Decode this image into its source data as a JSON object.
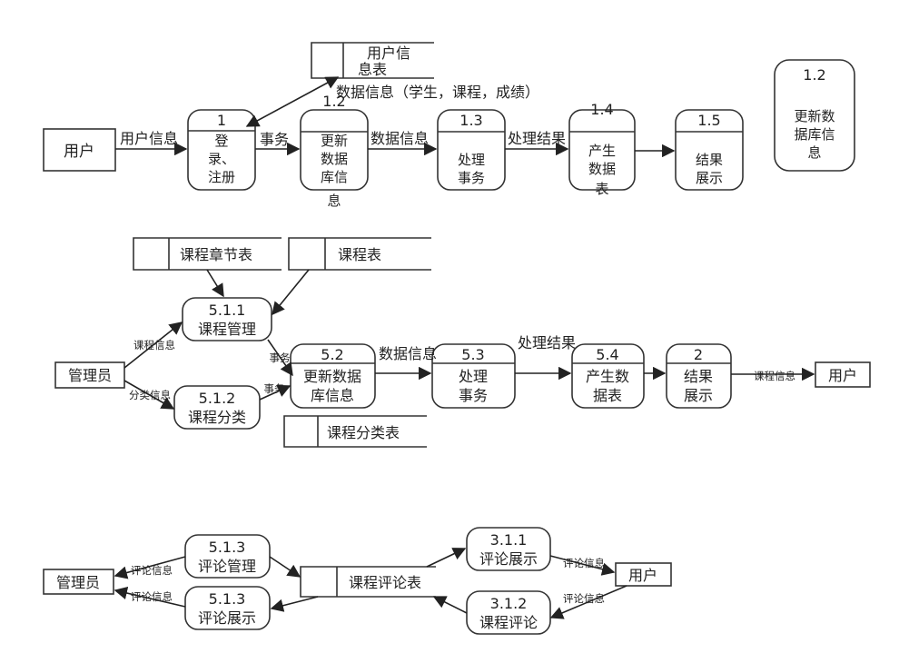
{
  "row1": {
    "entity_user": "用户",
    "store_user_info": [
      "用户信",
      "息表"
    ],
    "p1": {
      "id": "1",
      "lines": [
        "登",
        "录、",
        "注册"
      ]
    },
    "p2": {
      "id": "1.2",
      "lines": [
        "更新",
        "数据",
        "库信",
        "息"
      ]
    },
    "p3": {
      "id": "1.3",
      "lines": [
        "处理",
        "事务"
      ]
    },
    "p4": {
      "id": "1.4",
      "lines": [
        "产生",
        "数据",
        "表"
      ]
    },
    "p5": {
      "id": "1.5",
      "lines": [
        "结果",
        "展示"
      ]
    },
    "p_standalone": {
      "id": "1.2",
      "lines": [
        "更新数",
        "据库信",
        "息"
      ]
    },
    "lbl_user_info": "用户信息",
    "lbl_affair": "事务",
    "lbl_data_info": "数据信息",
    "lbl_process_result": "处理结果",
    "lbl_data_info_detail": "数据信息（学生，课程，成绩）"
  },
  "row2": {
    "store_chapter": "课程章节表",
    "store_course": "课程表",
    "store_category": "课程分类表",
    "entity_admin": "管理员",
    "entity_user": "用户",
    "p511": {
      "id": "5.1.1",
      "lines": [
        "课程管理"
      ]
    },
    "p512": {
      "id": "5.1.2",
      "lines": [
        "课程分类"
      ]
    },
    "p52": {
      "id": "5.2",
      "lines": [
        "更新数据",
        "库信息"
      ]
    },
    "p53": {
      "id": "5.3",
      "lines": [
        "处理",
        "事务"
      ]
    },
    "p54": {
      "id": "5.4",
      "lines": [
        "产生数",
        "据表"
      ]
    },
    "p2": {
      "id": "2",
      "lines": [
        "结果",
        "展示"
      ]
    },
    "lbl_course_info": "课程信息",
    "lbl_category_info": "分类信息",
    "lbl_affair_1": "事务",
    "lbl_affair_2": "事务",
    "lbl_data_info": "数据信息",
    "lbl_process_result": "处理结果",
    "lbl_course_info_out": "课程信息"
  },
  "row3": {
    "entity_admin": "管理员",
    "entity_user": "用户",
    "store_comment": "课程评论表",
    "p513a": {
      "id": "5.1.3",
      "lines": [
        "评论管理"
      ]
    },
    "p513b": {
      "id": "5.1.3",
      "lines": [
        "评论展示"
      ]
    },
    "p311": {
      "id": "3.1.1",
      "lines": [
        "评论展示"
      ]
    },
    "p312": {
      "id": "3.1.2",
      "lines": [
        "课程评论"
      ]
    },
    "lbl_comment_1": "评论信息",
    "lbl_comment_2": "评论信息",
    "lbl_comment_3": "评论信息",
    "lbl_comment_4": "评论信息"
  }
}
